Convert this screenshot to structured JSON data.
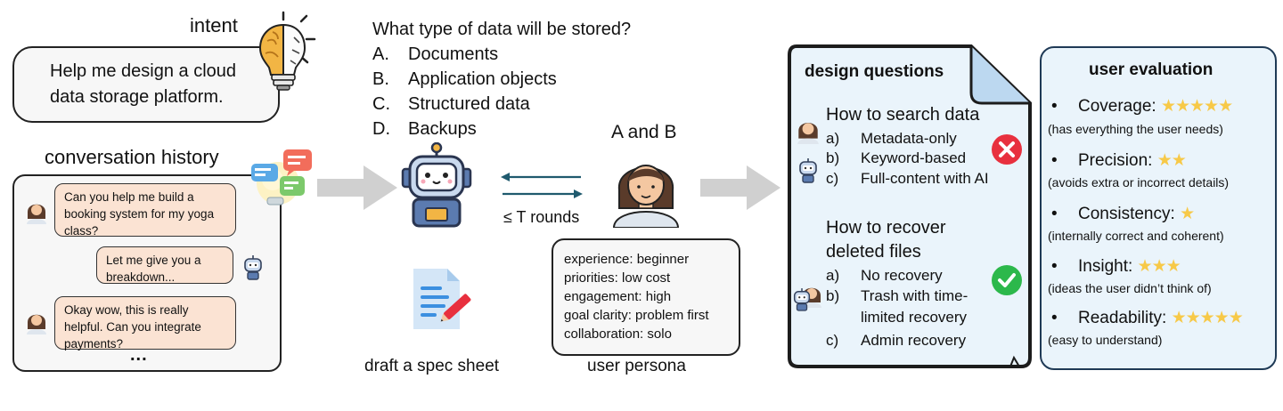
{
  "intent": {
    "label": "intent",
    "text": "Help me design a cloud data storage platform."
  },
  "history": {
    "label": "conversation history",
    "messages": [
      {
        "role": "user",
        "text": "Can you help me build a booking system for my yoga class?"
      },
      {
        "role": "assistant",
        "text": "Let me give you a breakdown..."
      },
      {
        "role": "user",
        "text": "Okay wow, this is really helpful. Can you integrate payments?"
      }
    ],
    "ellipsis": "..."
  },
  "question": {
    "prompt": "What type of data will be stored?",
    "options": [
      {
        "letter": "A.",
        "text": "Documents"
      },
      {
        "letter": "B.",
        "text": "Application objects"
      },
      {
        "letter": "C.",
        "text": "Structured data"
      },
      {
        "letter": "D.",
        "text": "Backups"
      }
    ]
  },
  "answer": "A and B",
  "rounds": "≤ T rounds",
  "spec": {
    "label": "draft a spec sheet"
  },
  "persona": {
    "label": "user persona",
    "lines": [
      "experience: beginner",
      "priorities: low cost",
      "engagement: high",
      "goal clarity: problem first",
      "collaboration: solo"
    ]
  },
  "design_questions": {
    "title": "design questions",
    "q1": {
      "title": "How to search data",
      "options": [
        {
          "letter": "a)",
          "text": "Metadata-only"
        },
        {
          "letter": "b)",
          "text": "Keyword-based"
        },
        {
          "letter": "c)",
          "text": "Full-content with AI"
        }
      ]
    },
    "q2": {
      "title_line1": "How to recover",
      "title_line2": "deleted files",
      "options": [
        {
          "letter": "a)",
          "text": "No recovery"
        },
        {
          "letter": "b)",
          "text": "Trash with time-",
          "text2": "limited recovery"
        },
        {
          "letter": "c)",
          "text": "Admin recovery"
        }
      ]
    }
  },
  "evaluation": {
    "title": "user evaluation",
    "bullet": "•",
    "items": [
      {
        "name": "Coverage:",
        "stars": "★★★★★",
        "desc": "(has everything the user needs)",
        "rating": 5
      },
      {
        "name": "Precision:",
        "stars": "★★",
        "desc": "(avoids extra or incorrect details)",
        "rating": 2
      },
      {
        "name": "Consistency:",
        "stars": "★",
        "desc": "(internally correct and coherent)",
        "rating": 1
      },
      {
        "name": "Insight:",
        "stars": "★★★",
        "desc": "(ideas the user didn’t think of)",
        "rating": 3
      },
      {
        "name": "Readability:",
        "stars": "★★★★★",
        "desc": "(easy to understand)",
        "rating": 5
      }
    ]
  },
  "colors": {
    "bubble": "#fbe3d3",
    "doc_fill": "#eaf4fb",
    "arrow_gray": "#d0d0d0",
    "star": "#f7c948",
    "wrong": "#e8303e",
    "right": "#2cb84b",
    "exchange_arrow": "#1f5a6e"
  },
  "icons": [
    "lightbulb-brain-icon",
    "chat-bubbles-icon",
    "robot-icon",
    "woman-avatar-icon",
    "spec-sheet-pencil-icon",
    "cross-icon",
    "check-icon"
  ]
}
